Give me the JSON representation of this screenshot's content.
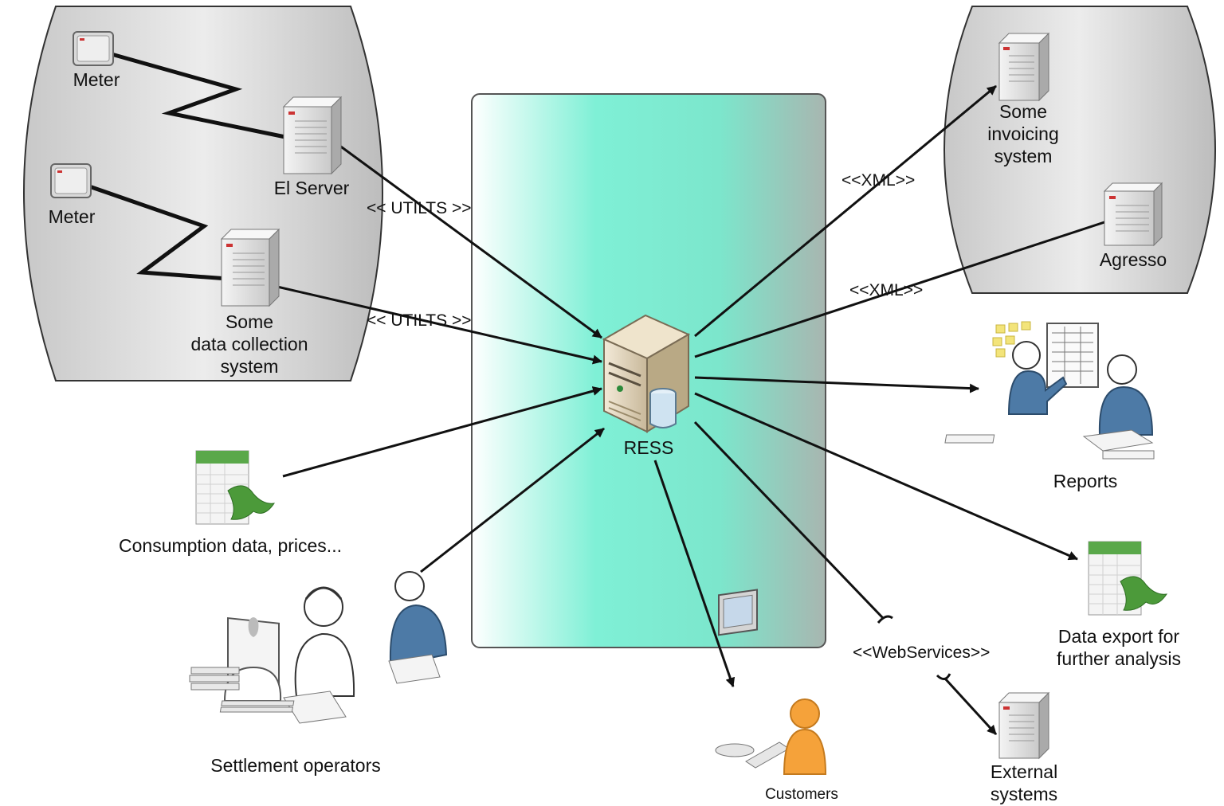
{
  "nodes": {
    "meter_top": "Meter",
    "meter_bottom": "Meter",
    "el_server": "El Server",
    "data_collection_system": "Some\ndata collection\nsystem",
    "ress": "RESS",
    "invoicing_system": "Some\ninvoicing\nsystem",
    "agresso": "Agresso",
    "reports": "Reports",
    "consumption_data": "Consumption data, prices...",
    "settlement_operators": "Settlement operators",
    "customers": "Customers",
    "data_export": "Data export for\nfurther analysis",
    "external_systems": "External\nsystems"
  },
  "edge_labels": {
    "utilts_top": "<< UTILTS >>",
    "utilts_bottom": "<< UTILTS >>",
    "xml_top": "<<XML>>",
    "xml_bottom": "<<XML>>",
    "webservices": "<<WebServices>>"
  },
  "colors": {
    "ress_gradient_start": "#ffffff",
    "ress_gradient_mid": "#7ff0d6",
    "ress_gradient_end": "#9fb5ae",
    "group_fill": "#d6d6d6",
    "customer_orange": "#f5a23a",
    "person_blue": "#4d7aa6",
    "excel_green": "#5aa84a"
  }
}
